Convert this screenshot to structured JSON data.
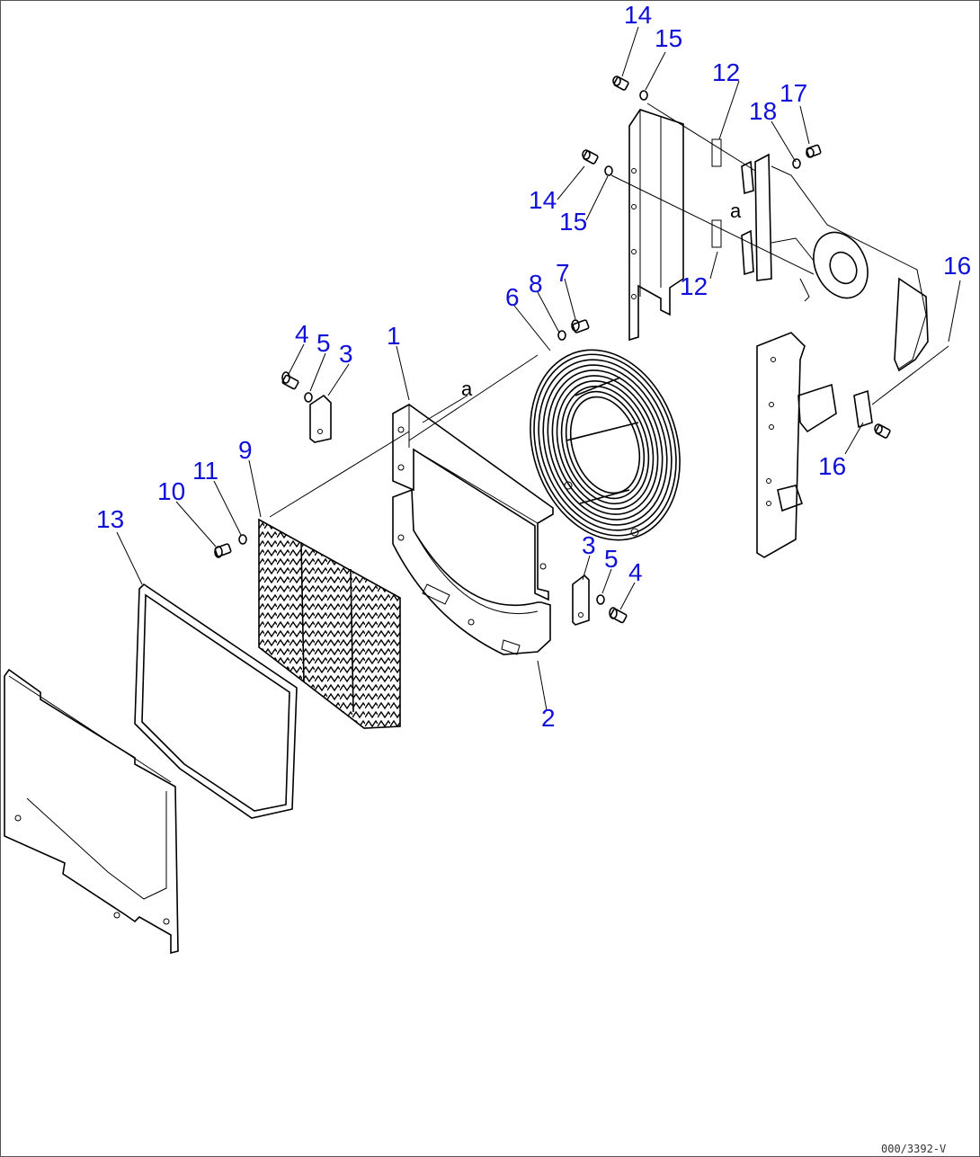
{
  "diagram": {
    "callouts": [
      "1",
      "2",
      "3",
      "3",
      "4",
      "4",
      "5",
      "5",
      "6",
      "7",
      "8",
      "9",
      "10",
      "11",
      "12",
      "12",
      "13",
      "14",
      "14",
      "15",
      "15",
      "16",
      "16",
      "17",
      "18"
    ],
    "reference_labels": [
      "a",
      "a"
    ],
    "drawing_code": "000/3392-V"
  }
}
